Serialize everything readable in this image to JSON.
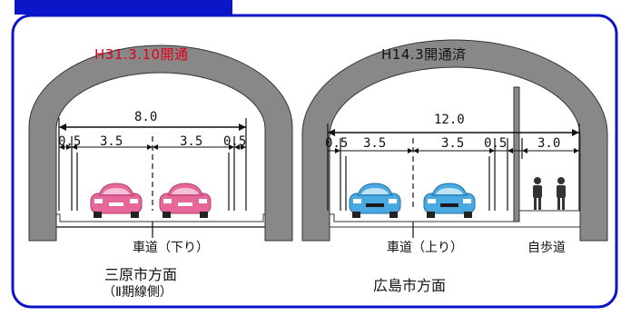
{
  "left_tunnel": {
    "title": "H31.3.10開通",
    "total_width": "8.0",
    "dims": [
      "0.5",
      "3.5",
      "3.5",
      "0.5"
    ],
    "lane_caption": "車道（下り）",
    "direction": "三原市方面",
    "subtitle": "（Ⅱ期線側）"
  },
  "right_tunnel": {
    "title": "H14.3開通済",
    "total_width": "12.0",
    "dims": [
      "0.5",
      "3.5",
      "3.5",
      "0.5",
      "3.0"
    ],
    "lane_caption": "車道（上り）",
    "sidewalk_caption": "自歩道",
    "direction": "広島市方面"
  },
  "colors": {
    "frame_blue": "#0b16c8",
    "title_red": "#e0001b",
    "tunnel_fill": "#888888",
    "pink_car": "#e8679a",
    "blue_car": "#4aa9e0"
  },
  "icons": [
    "pink-car-icon",
    "blue-car-icon",
    "pedestrian-icon"
  ]
}
